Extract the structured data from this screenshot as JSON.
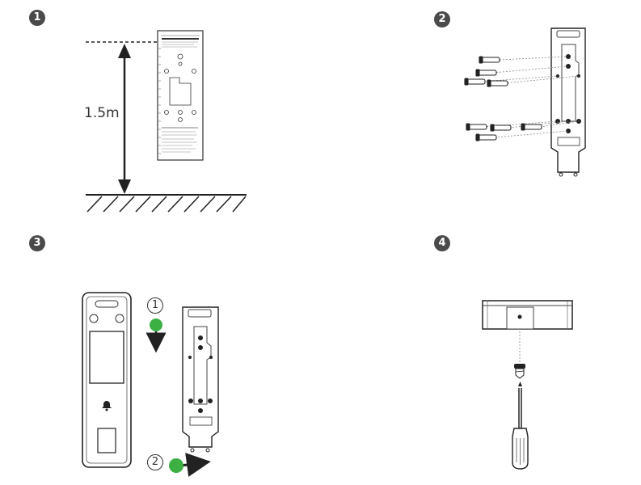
{
  "steps": [
    {
      "number": "1"
    },
    {
      "number": "2"
    },
    {
      "number": "3"
    },
    {
      "number": "4"
    }
  ],
  "step1": {
    "height_label": "1.5m"
  },
  "step3": {
    "sub_step_1": "1",
    "sub_step_2": "2"
  },
  "colors": {
    "accent_green": "#3cb043",
    "badge": "#4a4a4a",
    "line": "#333333"
  }
}
